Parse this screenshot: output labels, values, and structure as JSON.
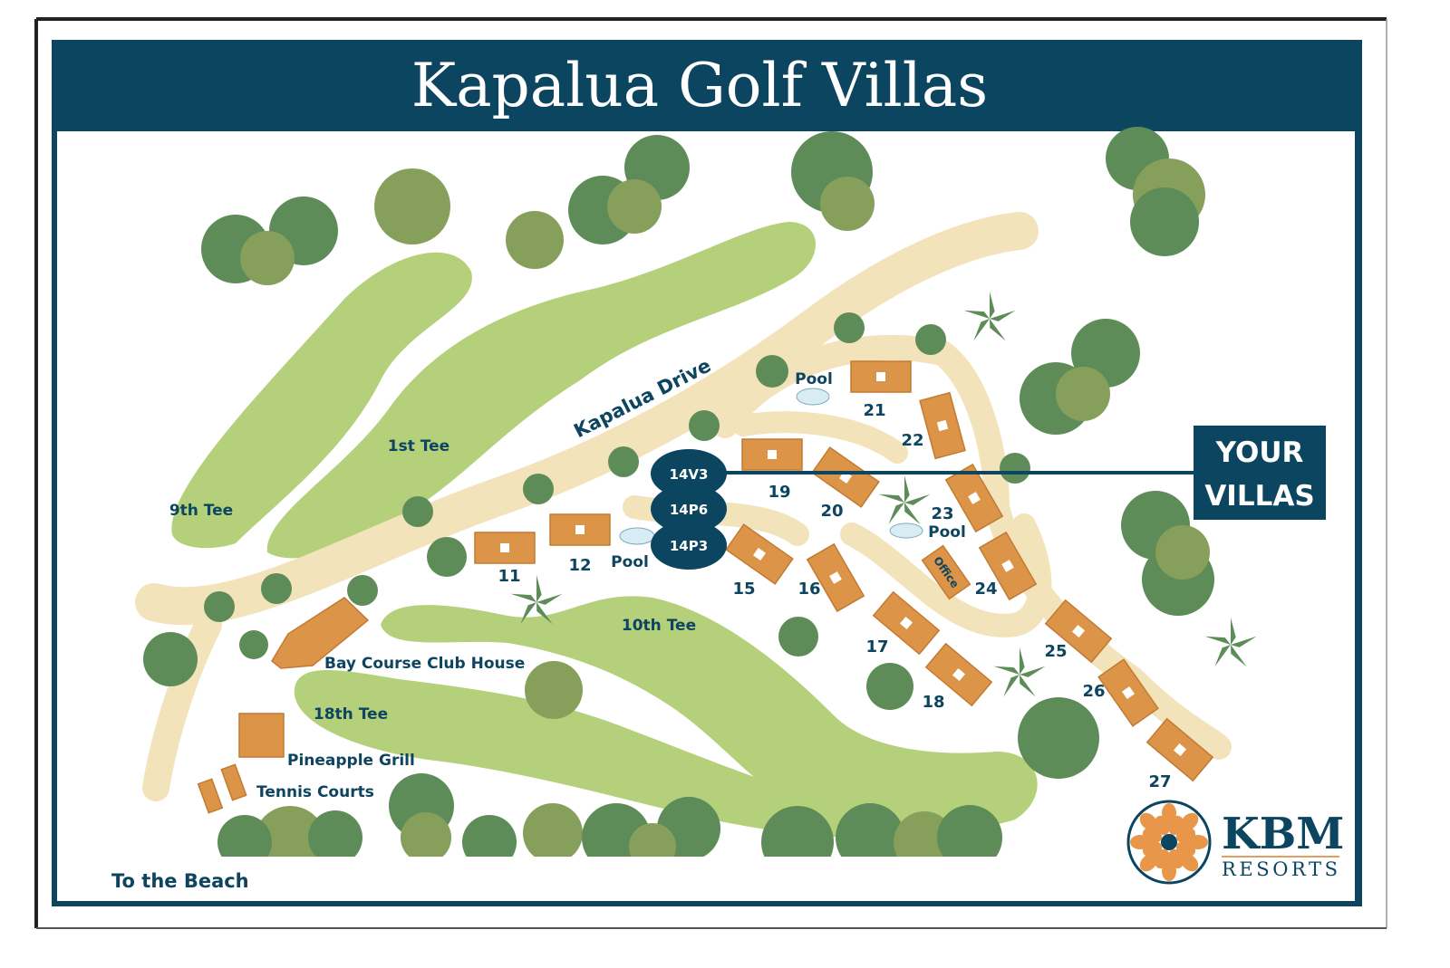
{
  "title": "Kapalua Golf Villas",
  "colors": {
    "navy": "#0b4560",
    "fairway": "#b5d07a",
    "path": "#f3e3bb",
    "tree_dark": "#5e8c58",
    "tree_light": "#86a05c",
    "building": "#dc9548",
    "pool": "#d7ecf3"
  },
  "roads": {
    "kapalua_drive": "Kapalua Drive"
  },
  "tees": {
    "t9": "9th Tee",
    "t1": "1st Tee",
    "t10": "10th Tee",
    "t18": "18th Tee"
  },
  "facilities": {
    "club_house": "Bay Course Club House",
    "pineapple_grill": "Pineapple Grill",
    "tennis": "Tennis Courts",
    "office": "Office",
    "pool": "Pool",
    "beach": "To the Beach"
  },
  "villa_numbers": [
    "11",
    "12",
    "15",
    "16",
    "17",
    "18",
    "19",
    "20",
    "21",
    "22",
    "23",
    "24",
    "25",
    "26",
    "27"
  ],
  "your_villas": {
    "units": [
      "14V3",
      "14P6",
      "14P3"
    ],
    "label_line1": "YOUR",
    "label_line2": "VILLAS"
  },
  "logo": {
    "brand": "KBM",
    "sub": "RESORTS"
  }
}
